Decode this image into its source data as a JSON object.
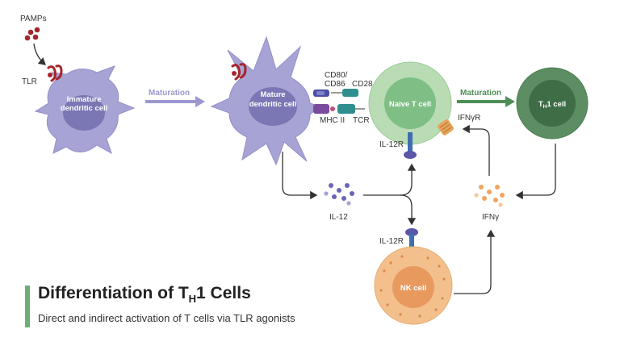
{
  "labels": {
    "pamps": "PAMPs",
    "tlr_left": "TLR",
    "immature_line1": "Immature",
    "immature_line2": "dendritic cell",
    "maturation_1": "Maturation",
    "mature_line1": "Mature",
    "mature_line2": "dendritic cell",
    "cd80_line1": "CD80/",
    "cd80_line2": "CD86",
    "cd28": "CD28",
    "mhc": "MHC II",
    "tcr": "TCR",
    "naive": "Naive T cell",
    "maturation_2": "Maturation",
    "th1_T": "T",
    "th1_H": "H",
    "th1_rest": "1 cell",
    "ifngr": "IFNγR",
    "il12r_top": "IL-12R",
    "il12": "IL-12",
    "ifng": "IFNγ",
    "il12r_nk": "IL-12R",
    "nk": "NK cell"
  },
  "caption": {
    "title_main": "Differentiation of T",
    "title_sub": "H",
    "title_end": "1 Cells",
    "subtitle": "Direct and indirect activation of T cells via TLR agonists"
  },
  "colors": {
    "dendritic": "#a7a3d4",
    "dendritic_nucleus": "#7b77b5",
    "naive_outer": "#b9dcb5",
    "naive_inner": "#7fbf86",
    "th1_outer": "#5d8d63",
    "th1_inner": "#3f6e46",
    "nk_outer": "#f3c08d",
    "nk_inner": "#e89a5e",
    "tlr": "#a4262c",
    "receptor_blue": "#3e6fb0",
    "maturation_purple": "#9c98cf",
    "maturation_green": "#4f8f57",
    "accent_bar": "#6cae75"
  }
}
